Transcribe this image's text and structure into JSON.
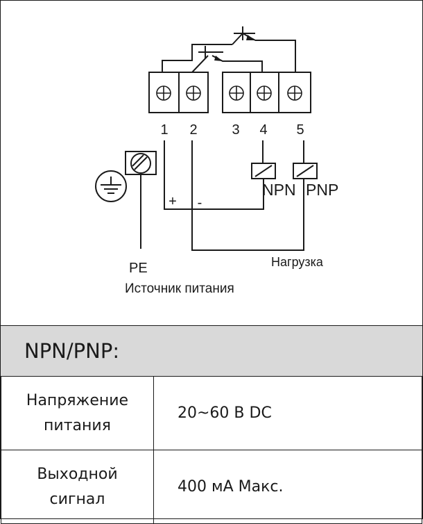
{
  "diagram": {
    "terminals": [
      "1",
      "2",
      "3",
      "4",
      "5"
    ],
    "polarity": {
      "plus": "+",
      "minus": "-"
    },
    "outputs": {
      "npn": "NPN",
      "pnp": "PNP"
    },
    "labels": {
      "pe": "PE",
      "power_source": "Источник питания",
      "load": "Нагрузка"
    },
    "icons": [
      "ground-symbol",
      "pe-terminal",
      "terminal-screw",
      "transistor",
      "relay-coil"
    ]
  },
  "header": {
    "title": "NPN/PNP:"
  },
  "specs": [
    {
      "param_line1": "Напряжение",
      "param_line2": "питания",
      "value": "20~60 В DC"
    },
    {
      "param_line1": "Выходной",
      "param_line2": "сигнал",
      "value": "400 мА Макс."
    }
  ]
}
